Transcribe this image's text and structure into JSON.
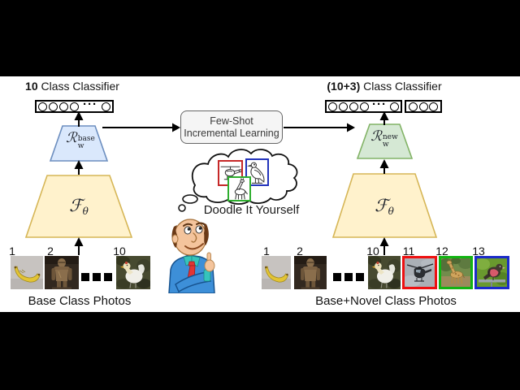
{
  "left_pipeline": {
    "classifier_title_bold": "10",
    "classifier_title_rest": " Class Classifier",
    "base_slot_count": 4,
    "tail_slot_count": 1,
    "slot_dots": "···",
    "projector_symbol": "ℛ",
    "projector_sup": "base",
    "projector_sub": "w",
    "encoder_symbol": "ℱ",
    "encoder_sub": "θ",
    "projector_fill": "#dae8fc",
    "projector_stroke": "#6c8ebf",
    "encoder_fill": "#fff2cc",
    "encoder_stroke": "#d6b656",
    "photo_numbers": [
      "1",
      "2",
      "10"
    ],
    "photo_names": [
      "banana-photo",
      "knight-armor-photo",
      "chicken-photo"
    ],
    "caption": "Base Class Photos"
  },
  "middle": {
    "fsil_line1": "Few-Shot",
    "fsil_line2": "Incremental Learning",
    "box_fill": "#f5f5f5",
    "box_stroke": "#666666",
    "bubble_caption": "Doodle It Yourself",
    "sketch_names": [
      "helicopter-sketch",
      "bird-sketch",
      "giraffe-sketch"
    ],
    "sketch_borders": {
      "helicopter": "#c62828",
      "bird": "#2233bb",
      "giraffe": "#2eae2e"
    }
  },
  "right_pipeline": {
    "classifier_title_bold": "(10+3)",
    "classifier_title_rest": " Class Classifier",
    "base_slot_count": 4,
    "tail_slot_count": 1,
    "novel_slot_count": 3,
    "slot_dots": "···",
    "projector_symbol": "ℛ",
    "projector_sup": "new",
    "projector_sub": "w",
    "encoder_symbol": "ℱ",
    "encoder_sub": "θ",
    "projector_fill": "#d5e8d4",
    "projector_stroke": "#82b366",
    "encoder_fill": "#fff2cc",
    "encoder_stroke": "#d6b656",
    "photo_numbers": [
      "1",
      "2",
      "10",
      "11",
      "12",
      "13"
    ],
    "photo_names": [
      "banana-photo",
      "knight-armor-photo",
      "chicken-photo",
      "helicopter-photo",
      "giraffe-photo",
      "songbird-photo"
    ],
    "novel_borders": {
      "helicopter": "#ee1111",
      "giraffe": "#12b412",
      "bird": "#1b2bc9"
    },
    "caption": "Base+Novel Class Photos"
  }
}
